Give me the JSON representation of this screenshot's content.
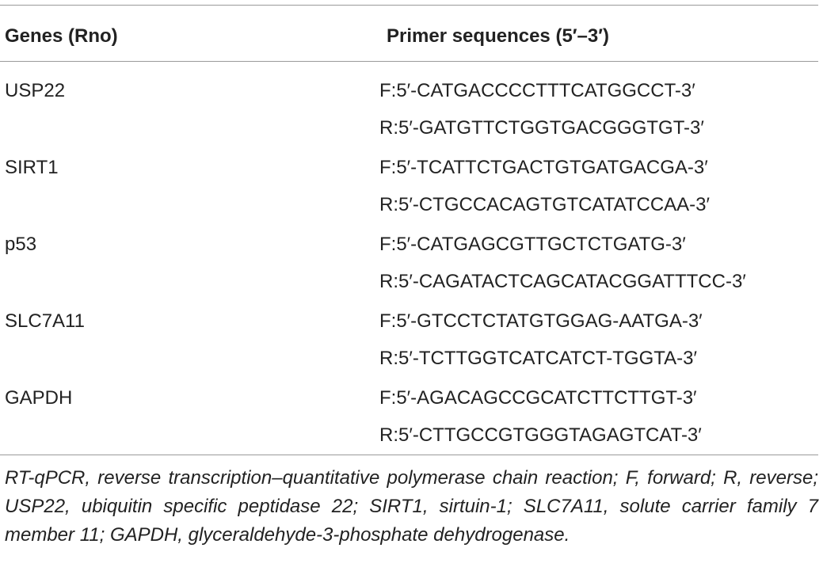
{
  "table": {
    "headers": {
      "gene": "Genes (Rno)",
      "primer": "Primer sequences (5′–3′)"
    },
    "rows": [
      {
        "gene": "USP22",
        "forward": "F:5′-CATGACCCCTTTCATGGCCT-3′",
        "reverse": "R:5′-GATGTTCTGGTGACGGGTGT-3′"
      },
      {
        "gene": "SIRT1",
        "forward": "F:5′-TCATTCTGACTGTGATGACGA-3′",
        "reverse": "R:5′-CTGCCACAGTGTCATATCCAA-3′"
      },
      {
        "gene": "p53",
        "forward": "F:5′-CATGAGCGTTGCTCTGATG-3′",
        "reverse": "R:5′-CAGATACTCAGCATACGGATTTCC-3′"
      },
      {
        "gene": "SLC7A11",
        "forward": "F:5′-GTCCTCTATGTGGAG-AATGA-3′",
        "reverse": "R:5′-TCTTGGTCATCATCT-TGGTA-3′"
      },
      {
        "gene": "GAPDH",
        "forward": "F:5′-AGACAGCCGCATCTTCTTGT-3′",
        "reverse": "R:5′-CTTGCCGTGGGTAGAGTCAT-3′"
      }
    ],
    "footnote": "RT-qPCR, reverse transcription–quantitative polymerase chain reaction; F, forward; R, reverse; USP22, ubiquitin specific peptidase 22; SIRT1, sirtuin-1; SLC7A11, solute carrier family 7 member 11; GAPDH, glyceraldehyde-3-phosphate dehydrogenase."
  }
}
